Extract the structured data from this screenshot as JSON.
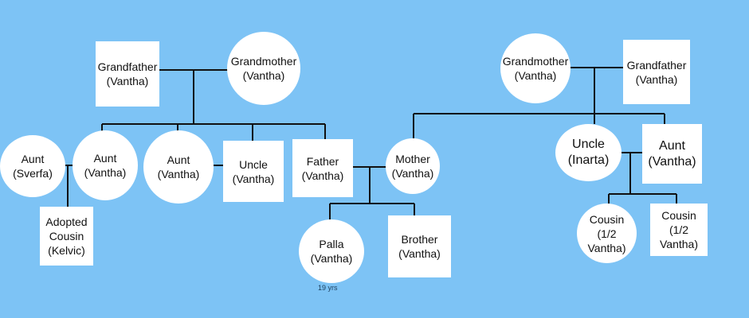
{
  "tree": {
    "paternal_grandfather": "Grandfather\n(Vantha)",
    "paternal_grandmother": "Grandmother\n(Vantha)",
    "aunt_sverfa": "Aunt\n(Sverfa)",
    "aunt_vantha_1": "Aunt\n(Vantha)",
    "aunt_vantha_2": "Aunt\n(Vantha)",
    "uncle_vantha": "Uncle\n(Vantha)",
    "adopted_cousin": "Adopted\nCousin\n(Kelvic)",
    "father": "Father\n(Vantha)",
    "mother": "Mother\n(Vantha)",
    "palla": "Palla\n(Vantha)",
    "palla_age": "19 yrs",
    "brother": "Brother\n(Vantha)",
    "maternal_grandmother": "Grandmother\n(Vantha)",
    "maternal_grandfather": "Grandfather\n(Vantha)",
    "uncle_inarta": "Uncle\n(Inarta)",
    "aunt_vantha_maternal": "Aunt\n(Vantha)",
    "cousin_1": "Cousin\n(1/2\nVantha)",
    "cousin_2": "Cousin\n(1/2\nVantha)"
  },
  "colors": {
    "background": "#7dc3f5",
    "node_fill": "#ffffff",
    "line": "#111111"
  }
}
